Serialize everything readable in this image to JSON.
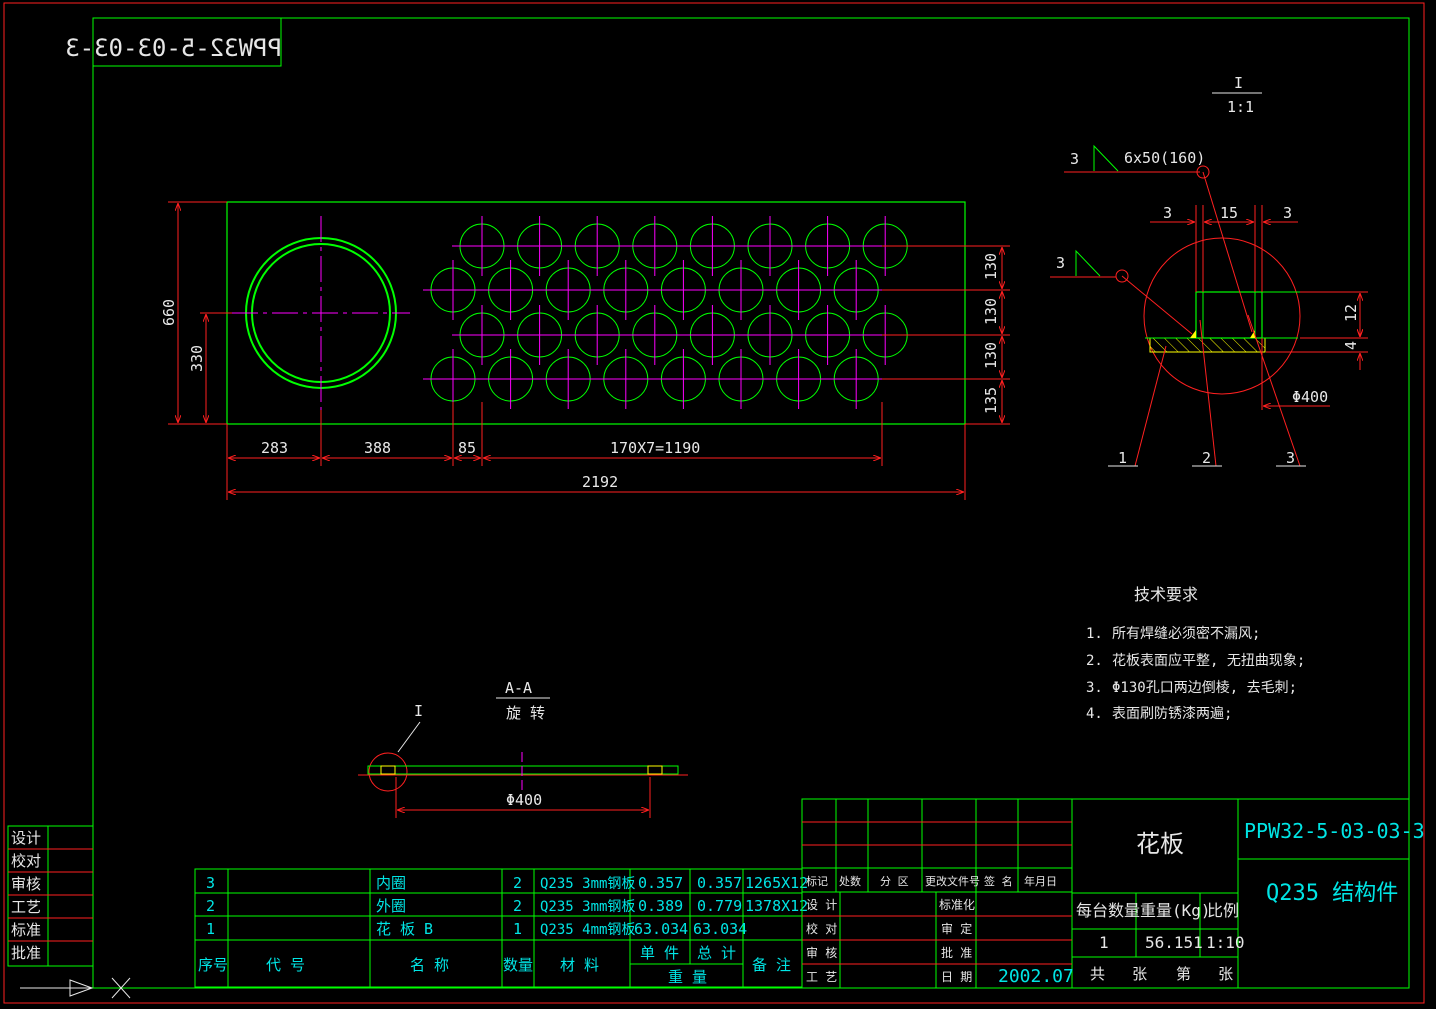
{
  "drawing_number_mirrored": "PPW32-5-03-03-3",
  "main_view": {
    "dims_vertical_left": [
      "660",
      "330"
    ],
    "dims_vertical_right": [
      "130",
      "130",
      "130",
      "135"
    ],
    "dims_horizontal": [
      "283",
      "388",
      "85",
      "170X7=1190"
    ],
    "overall_width": "2192",
    "hole_rows": [
      8,
      8,
      8,
      8
    ]
  },
  "detail": {
    "title": "I",
    "scale": "1:1",
    "weld_top_number": "3",
    "weld_top_spec": "6x50(160)",
    "weld_left_number": "3",
    "dim_3_left": "3",
    "dim_15": "15",
    "dim_3_right": "3",
    "dim_12": "12",
    "dim_4": "4",
    "dim_diameter": "Φ400",
    "leaders": [
      "1",
      "2",
      "3"
    ]
  },
  "section": {
    "title": "A-A",
    "subtitle": "旋 转",
    "detail_ref": "I",
    "diameter": "Φ400"
  },
  "tech_requirements": {
    "title": "技术要求",
    "items": [
      {
        "n": "1.",
        "text": "所有焊缝必须密不漏风;"
      },
      {
        "n": "2.",
        "text": "花板表面应平整, 无扭曲现象;"
      },
      {
        "n": "3.",
        "text": "Φ130孔口两边倒棱, 去毛刺;"
      },
      {
        "n": "4.",
        "text": "表面刷防锈漆两遍;"
      }
    ]
  },
  "parts_list": {
    "rows": [
      {
        "no": "3",
        "code": "",
        "name": "内圈",
        "qty": "2",
        "material": "Q235 3mm钢板",
        "unit_wt": "0.357",
        "total_wt": "0.357",
        "remark": "1265X12"
      },
      {
        "no": "2",
        "code": "",
        "name": "外圈",
        "qty": "2",
        "material": "Q235 3mm钢板",
        "unit_wt": "0.389",
        "total_wt": "0.779",
        "remark": "1378X12"
      },
      {
        "no": "1",
        "code": "",
        "name": "花 板 B",
        "qty": "1",
        "material": "Q235 4mm钢板",
        "unit_wt": "63.034",
        "total_wt": "63.034",
        "remark": ""
      }
    ],
    "headers": {
      "no": "序号",
      "code": "代 号",
      "name": "名 称",
      "qty": "数量",
      "material": "材 料",
      "unit": "单 件",
      "total": "总 计",
      "weight": "重 量",
      "remark": "备 注"
    }
  },
  "title_block": {
    "part_name": "花板",
    "drawing_no": "PPW32-5-03-03-3",
    "material_type": "Q235 结构件",
    "rev_headers": [
      "标记",
      "处数",
      "分 区",
      "更改文件号",
      "签 名",
      "年月日"
    ],
    "roles_left": [
      "设 计",
      "校 对",
      "审 核",
      "工 艺"
    ],
    "roles_right": [
      "标准化",
      "审 定",
      "批 准",
      "日 期"
    ],
    "date": "2002.07",
    "qty_label": "每台数量",
    "weight_label": "重量(Kg)",
    "scale_label": "比例",
    "qty": "1",
    "weight": "56.151",
    "scale": "1:10",
    "sheets": "共   张",
    "sheet_no": "第   张"
  },
  "side_stamp": [
    "设计",
    "校对",
    "审核",
    "工艺",
    "标准",
    "批准"
  ],
  "colors": {
    "background": "#000000",
    "frame": "#00ff00",
    "outline": "#00ff00",
    "centerline": "#ff00ff",
    "dimension": "#ff2020",
    "text_dim": "#e8e8e8",
    "text_cyan": "#00e5e5",
    "hatch": "#ffff00"
  }
}
